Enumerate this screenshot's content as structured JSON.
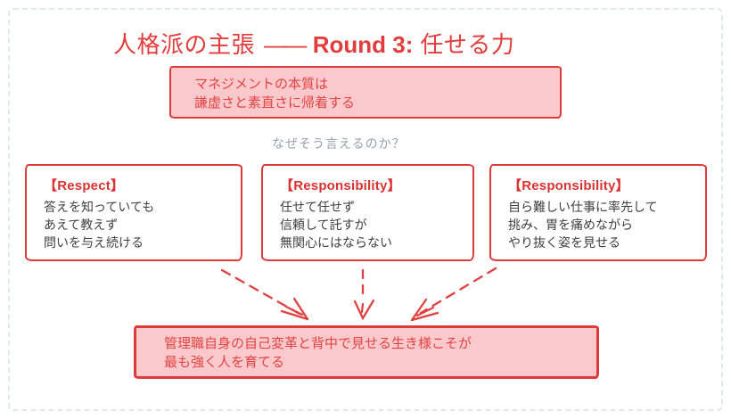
{
  "title": {
    "part1": "人格派の主張",
    "dash": "——",
    "round": "Round 3:",
    "part2": "任せる力"
  },
  "claim_box": {
    "line1": "マネジメントの本質は",
    "line2": "謙虚さと素直さに帰着する"
  },
  "question": "なぜそう言えるのか？",
  "reason_boxes": [
    {
      "header": "【Respect】",
      "lines": [
        "答えを知っていても",
        "あえて教えず",
        "問いを与え続ける"
      ]
    },
    {
      "header": "【Responsibility】",
      "lines": [
        "任せて任せず",
        "信頼して託すが",
        "無関心にはならない"
      ]
    },
    {
      "header": "【Responsibility】",
      "lines": [
        "自ら難しい仕事に率先して",
        "挑み、胃を痛めながら",
        "やり抜く姿を見せる"
      ]
    }
  ],
  "conclusion_box": {
    "line1": "管理職自身の自己変革と背中で見せる生き様こそが",
    "line2": "最も強く人を育てる"
  },
  "colors": {
    "accent_red": "#dc3b3b",
    "text_red": "#e04444",
    "title_red": "#e23c3c",
    "pink_fill": "#fbc8cb",
    "body_text": "#3f3f3f",
    "muted_gray": "#97a0ab",
    "frame_gray": "#e2e8f0"
  }
}
